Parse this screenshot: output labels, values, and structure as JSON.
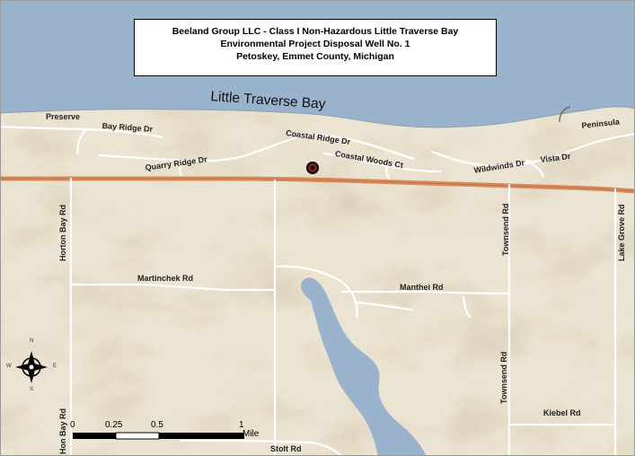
{
  "title": {
    "line1": "Beeland Group LLC  - Class I Non-Hazardous Little Traverse Bay",
    "line2": "Environmental Project Disposal Well No. 1",
    "line3": "Petoskey, Emmet County, Michigan"
  },
  "water_labels": {
    "bay": "Little Traverse Bay"
  },
  "road_labels": {
    "preserve": "Preserve",
    "bay_ridge_dr": "Bay Ridge Dr",
    "quarry_ridge_dr": "Quarry Ridge Dr",
    "coastal_ridge_dr": "Coastal Ridge Dr",
    "coastal_woods_ct": "Coastal Woods Ct",
    "wildwinds_dr": "Wildwinds Dr",
    "vista_dr": "Vista Dr",
    "peninsula": "Peninsula",
    "horton_bay_rd": "Horton Bay Rd",
    "horton_bay_rd_south": "Hon Bay Rd",
    "martinchek_rd": "Martinchek Rd",
    "manthei_rd": "Manthei  Rd",
    "townsend_rd_north": "Townsend Rd",
    "townsend_rd_south": "Townsend Rd",
    "lake_grove_rd": "Lake Grove Rd",
    "kiebel_rd": "Kiebel Rd",
    "stolt_rd": "Stolt Rd"
  },
  "compass": {
    "north": "N",
    "south": "S",
    "east": "E",
    "west": "W"
  },
  "scale_bar": {
    "ticks": [
      "0",
      "0.25",
      "0.5",
      "1"
    ],
    "unit": "Mile"
  },
  "colors": {
    "water": "#99b3cc",
    "land": "#ece4d2",
    "highway": "#d98a5c",
    "road": "#ffffff",
    "well_marker": "#8b1a1a"
  }
}
